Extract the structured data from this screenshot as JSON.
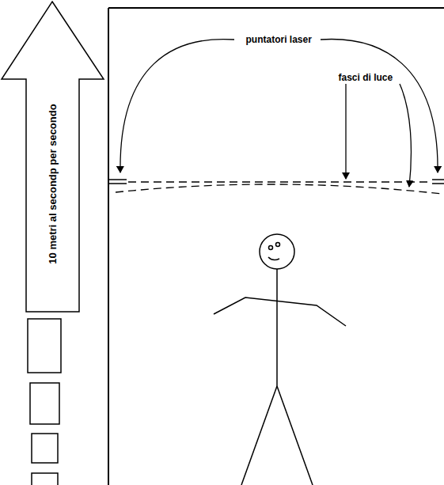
{
  "diagram": {
    "nodes": [
      {
        "text": [
          "10 metri al secondp per secondo"
        ]
      }
    ],
    "labels": [
      "puntatori laser",
      "fasci di luce"
    ]
  }
}
